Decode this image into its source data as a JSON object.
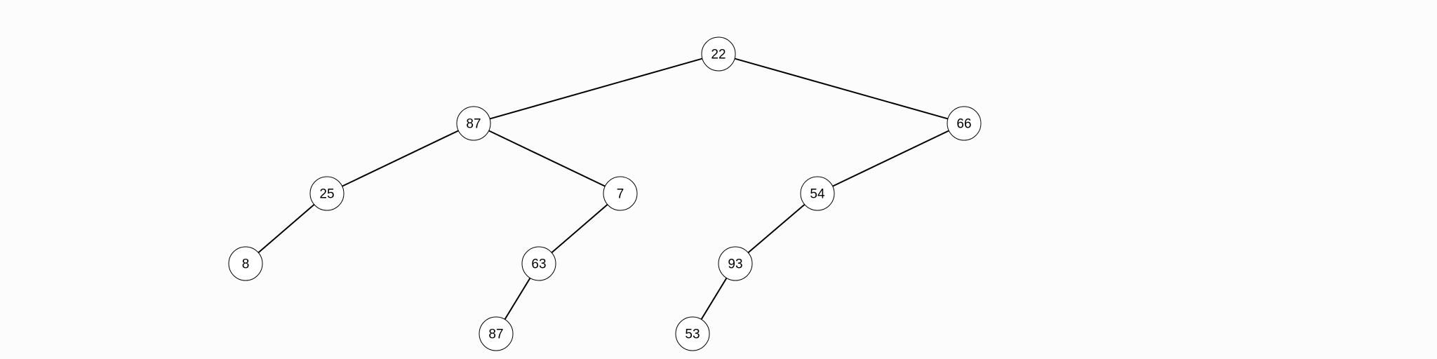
{
  "colors": {
    "background": "#fcfcfc",
    "node_fill": "#ffffff",
    "stroke": "#000000",
    "text": "#000000"
  },
  "tree": {
    "nodes": [
      {
        "id": "n1",
        "label": "22"
      },
      {
        "id": "n2",
        "label": "87"
      },
      {
        "id": "n3",
        "label": "66"
      },
      {
        "id": "n4",
        "label": "25"
      },
      {
        "id": "n5",
        "label": "7"
      },
      {
        "id": "n6",
        "label": "54"
      },
      {
        "id": "n7",
        "label": "8"
      },
      {
        "id": "n8",
        "label": "63"
      },
      {
        "id": "n9",
        "label": "93"
      },
      {
        "id": "n10",
        "label": "87"
      },
      {
        "id": "n11",
        "label": "53"
      }
    ],
    "edges": [
      [
        "n1",
        "n2"
      ],
      [
        "n1",
        "n3"
      ],
      [
        "n2",
        "n4"
      ],
      [
        "n2",
        "n5"
      ],
      [
        "n3",
        "n6"
      ],
      [
        "n4",
        "n7"
      ],
      [
        "n5",
        "n8"
      ],
      [
        "n6",
        "n9"
      ],
      [
        "n8",
        "n10"
      ],
      [
        "n9",
        "n11"
      ]
    ]
  }
}
